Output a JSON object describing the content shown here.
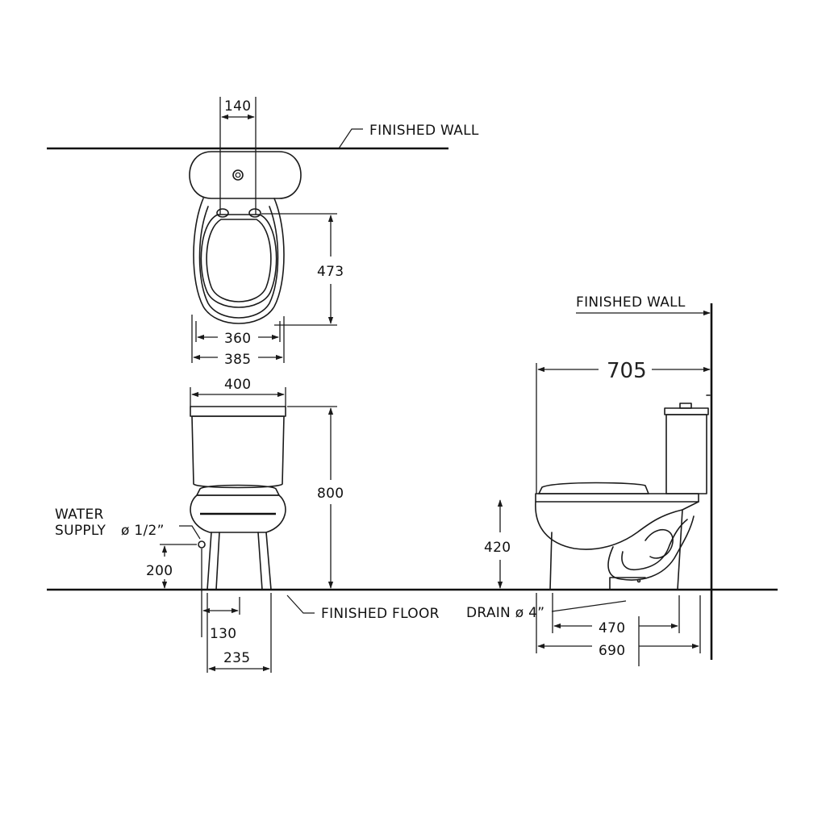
{
  "labels": {
    "finished_wall_top": "FINISHED WALL",
    "finished_wall_right": "FINISHED WALL",
    "finished_floor": "FINISHED FLOOR",
    "water_supply_line1": "WATER",
    "water_supply_line2": "SUPPLY",
    "water_supply_size": "ø 1/2”",
    "drain": "DRAIN ø 4”"
  },
  "dimensions": {
    "tank_inlet_spacing": "140",
    "seat_length": "473",
    "seat_width": "360",
    "bowl_width": "385",
    "tank_width": "400",
    "overall_height": "800",
    "supply_height": "200",
    "supply_offset": "130",
    "base_width": "235",
    "overall_depth": "705",
    "seat_height": "420",
    "drain_to_front": "470",
    "base_depth": "690"
  },
  "colors": {
    "line": "#1a1a1a",
    "background": "#ffffff"
  }
}
